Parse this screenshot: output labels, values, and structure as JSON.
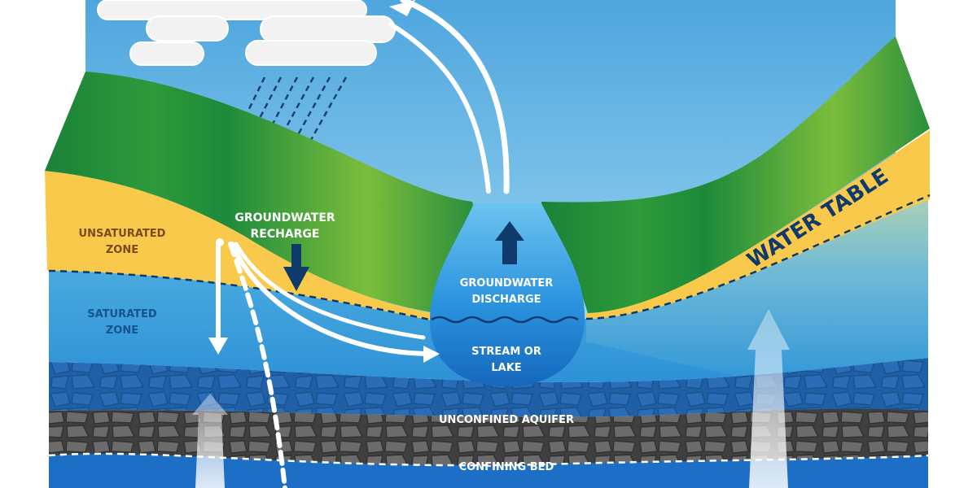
{
  "labels": {
    "groundwater_recharge": [
      "GROUNDWATER",
      "RECHARGE"
    ],
    "unsaturated_zone": [
      "UNSATURATED",
      "ZONE"
    ],
    "saturated_zone": [
      "SATURATED",
      "ZONE"
    ],
    "groundwater_discharge": [
      "GROUNDWATER",
      "DISCHARGE"
    ],
    "stream_or_lake": [
      "STREAM OR",
      "LAKE"
    ],
    "water_table": "WATER TABLE",
    "unconfined_aquifer": "UNCONFINED AQUIFER",
    "confining_bed": "CONFINING BED"
  },
  "colors": {
    "sky_top": "#5aaee0",
    "sky_bottom": "#d4eef8",
    "grass_dark": "#1d8a3a",
    "grass_light": "#7cbe3c",
    "unsaturated": "#f7c948",
    "saturated": "#43a6dd",
    "aquifer": "#1e66b0",
    "confining": "#5a5a5a",
    "water": "#1b7fcf",
    "label_brown": "#7a4a1f",
    "label_navy": "#0e3a6c",
    "label_white": "#ffffff"
  }
}
